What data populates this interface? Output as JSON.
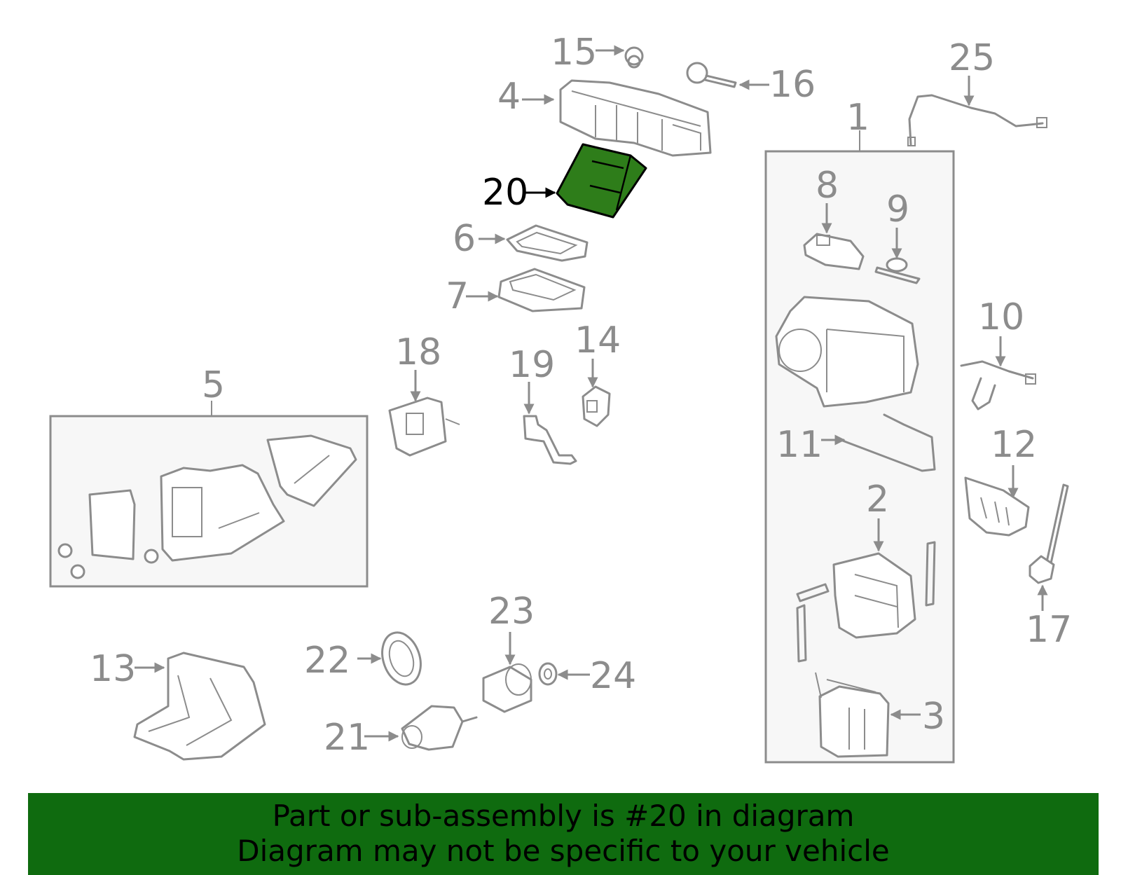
{
  "callouts": {
    "c1": "1",
    "c2": "2",
    "c3": "3",
    "c4": "4",
    "c5": "5",
    "c6": "6",
    "c7": "7",
    "c8": "8",
    "c9": "9",
    "c10": "10",
    "c11": "11",
    "c12": "12",
    "c13": "13",
    "c14": "14",
    "c15": "15",
    "c16": "16",
    "c17": "17",
    "c18": "18",
    "c19": "19",
    "c20": "20",
    "c21": "21",
    "c22": "22",
    "c23": "23",
    "c24": "24",
    "c25": "25"
  },
  "highlight": {
    "part_number": "20",
    "color": "#2e7d1a"
  },
  "banner": {
    "line1": "Part or sub-assembly is #20 in diagram",
    "line2": "Diagram may not be specific to your vehicle",
    "background": "#0f6b0f"
  }
}
